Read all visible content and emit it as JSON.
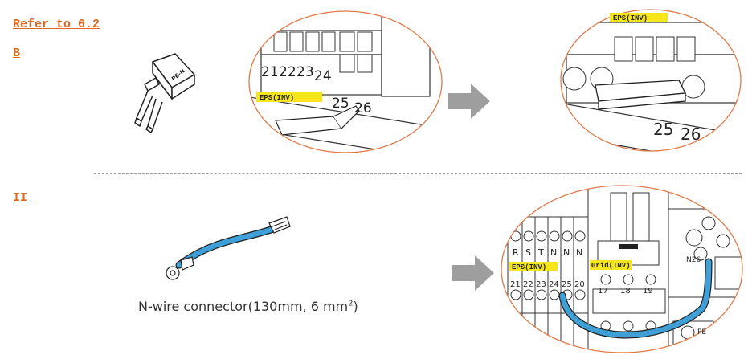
{
  "header": {
    "refer_link": "Refer to 6.2",
    "section_b": "B",
    "section_ii": "II"
  },
  "top_panel": {
    "terminals": [
      "21",
      "22",
      "23",
      "24"
    ],
    "eps_label": "EPS(INV)",
    "bottom_terminals": [
      "25",
      "26"
    ]
  },
  "top_right_panel": {
    "eps_label": "EPS(INV)",
    "bottom_terminals": [
      "25",
      "26"
    ]
  },
  "n_wire": {
    "caption_prefix": "N-wire connector(130mm, 6 mm",
    "caption_sup": "2",
    "caption_suffix": ")"
  },
  "bottom_panel": {
    "phase_labels": [
      "R",
      "S",
      "T",
      "N",
      "N",
      "N"
    ],
    "eps_label": "EPS(INV)",
    "grid_label": "Grid(INV)",
    "terminal_numbers": [
      "21",
      "22",
      "23",
      "24",
      "25",
      "20"
    ],
    "breaker_numbers": [
      "17",
      "18",
      "19"
    ],
    "n26_label": "N26",
    "pe_label": "PE"
  },
  "colors": {
    "accent_orange": "#e0691e",
    "circle_stroke": "#e07a4a",
    "tag_yellow": "#f5e51a",
    "cable_blue": "#3fa0d8",
    "arrow_gray": "#9e9e9e"
  }
}
